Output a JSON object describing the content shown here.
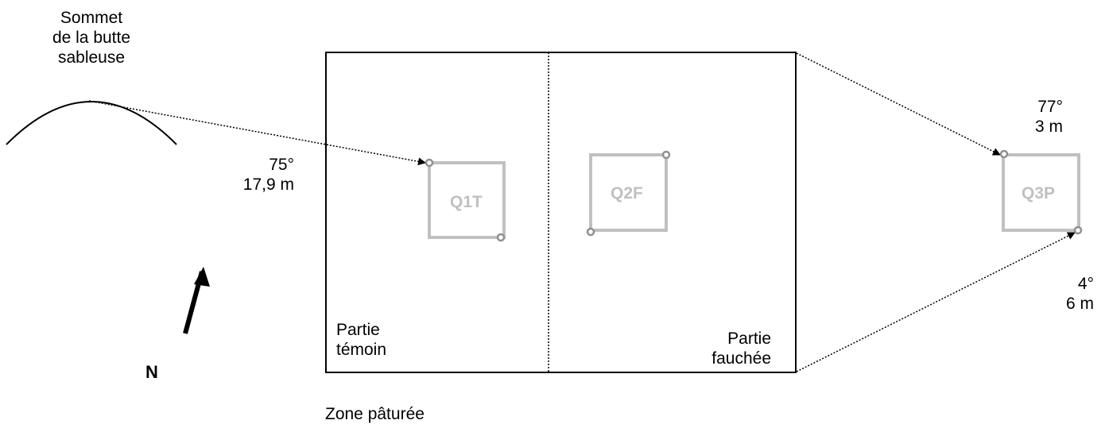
{
  "summit": {
    "label": "Sommet\nde la butte\nsableuse"
  },
  "north": {
    "label": "N"
  },
  "measurements": {
    "q1": {
      "angle": "75°",
      "distance": "17,9 m"
    },
    "q3_top": {
      "angle": "77°",
      "distance": "3 m"
    },
    "q3_bottom": {
      "angle": "4°",
      "distance": "6 m"
    }
  },
  "zone": {
    "left_part": "Partie\ntémoin",
    "right_part": "Partie\nfauchée",
    "caption": "Zone pâturée"
  },
  "quadrats": {
    "q1": "Q1T",
    "q2": "Q2F",
    "q3": "Q3P"
  },
  "colors": {
    "quadrat_stroke": "#c0c0c0",
    "marker": "#909090",
    "line": "#000000"
  }
}
